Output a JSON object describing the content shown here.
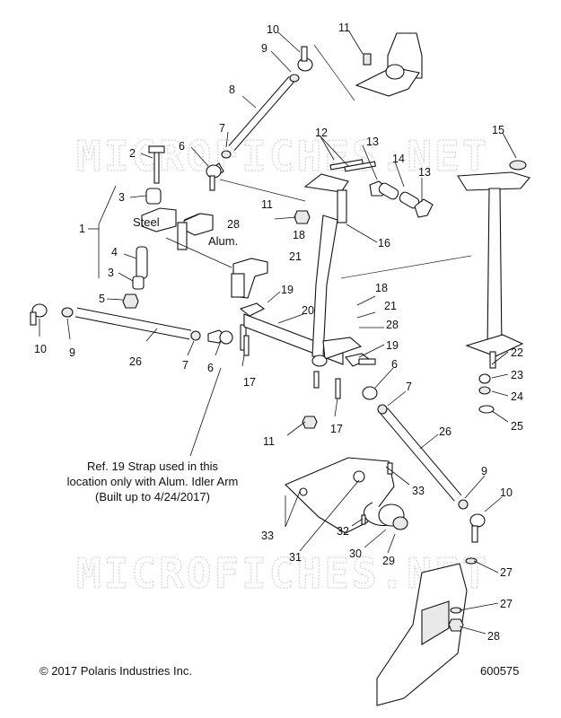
{
  "watermark": "MICROFICHES.NET",
  "callouts": [
    {
      "id": "c10a",
      "text": "10"
    },
    {
      "id": "c9a",
      "text": "9"
    },
    {
      "id": "c11a",
      "text": "11"
    },
    {
      "id": "c8",
      "text": "8"
    },
    {
      "id": "c7a",
      "text": "7"
    },
    {
      "id": "c6a",
      "text": "6"
    },
    {
      "id": "c2",
      "text": "2"
    },
    {
      "id": "c3a",
      "text": "3"
    },
    {
      "id": "c1",
      "text": "1"
    },
    {
      "id": "c4",
      "text": "4"
    },
    {
      "id": "c3b",
      "text": "3"
    },
    {
      "id": "c5",
      "text": "5"
    },
    {
      "id": "c10b",
      "text": "10"
    },
    {
      "id": "c9b",
      "text": "9"
    },
    {
      "id": "c26a",
      "text": "26"
    },
    {
      "id": "c7b",
      "text": "7"
    },
    {
      "id": "c6b",
      "text": "6"
    },
    {
      "id": "c28a",
      "text": "28"
    },
    {
      "id": "c18a",
      "text": "18"
    },
    {
      "id": "c21a",
      "text": "21"
    },
    {
      "id": "c19a",
      "text": "19"
    },
    {
      "id": "c17a",
      "text": "17"
    },
    {
      "id": "c11b",
      "text": "11"
    },
    {
      "id": "c12",
      "text": "12"
    },
    {
      "id": "c13a",
      "text": "13"
    },
    {
      "id": "c14",
      "text": "14"
    },
    {
      "id": "c13b",
      "text": "13"
    },
    {
      "id": "c11c",
      "text": "11"
    },
    {
      "id": "c16",
      "text": "16"
    },
    {
      "id": "c20",
      "text": "20"
    },
    {
      "id": "c18b",
      "text": "18"
    },
    {
      "id": "c21b",
      "text": "21"
    },
    {
      "id": "c28b",
      "text": "28"
    },
    {
      "id": "c19b",
      "text": "19"
    },
    {
      "id": "c6c",
      "text": "6"
    },
    {
      "id": "c7c",
      "text": "7"
    },
    {
      "id": "c17b",
      "text": "17"
    },
    {
      "id": "c15",
      "text": "15"
    },
    {
      "id": "c22",
      "text": "22"
    },
    {
      "id": "c23",
      "text": "23"
    },
    {
      "id": "c24",
      "text": "24"
    },
    {
      "id": "c25",
      "text": "25"
    },
    {
      "id": "c26b",
      "text": "26"
    },
    {
      "id": "c9c",
      "text": "9"
    },
    {
      "id": "c10c",
      "text": "10"
    },
    {
      "id": "c33a",
      "text": "33"
    },
    {
      "id": "c33b",
      "text": "33"
    },
    {
      "id": "c32",
      "text": "32"
    },
    {
      "id": "c31",
      "text": "31"
    },
    {
      "id": "c30",
      "text": "30"
    },
    {
      "id": "c29",
      "text": "29"
    },
    {
      "id": "c27a",
      "text": "27"
    },
    {
      "id": "c27b",
      "text": "27"
    },
    {
      "id": "c28c",
      "text": "28"
    }
  ],
  "labels": {
    "steel": "Steel",
    "alum": "Alum.",
    "note_line1": "Ref. 19 Strap used in this",
    "note_line2": "location only with Alum. Idler Arm",
    "note_line3": "(Built up to 4/24/2017)"
  },
  "footer": {
    "copyright": "© 2017 Polaris Industries Inc.",
    "diagram_number": "600575"
  }
}
